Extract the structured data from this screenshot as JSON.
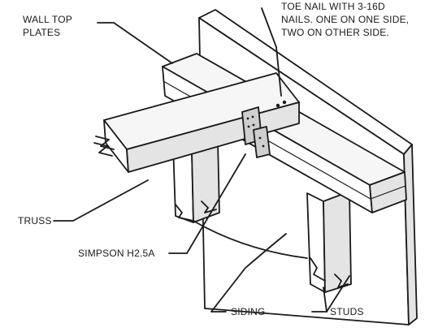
{
  "labels": {
    "wall_top_plates_1": "WALL TOP",
    "wall_top_plates_2": "PLATES",
    "toe_nail_1": "TOE NAIL  WITH 3-16D",
    "toe_nail_2": "NAILS. ONE ON ONE SIDE,",
    "toe_nail_3": "TWO ON OTHER SIDE.",
    "truss": "TRUSS",
    "simpson": "SIMPSON H2.5A",
    "siding": "SIDING",
    "studs": "STUDS"
  },
  "colors": {
    "ink": "#1a1a1a",
    "paper": "#ffffff"
  }
}
